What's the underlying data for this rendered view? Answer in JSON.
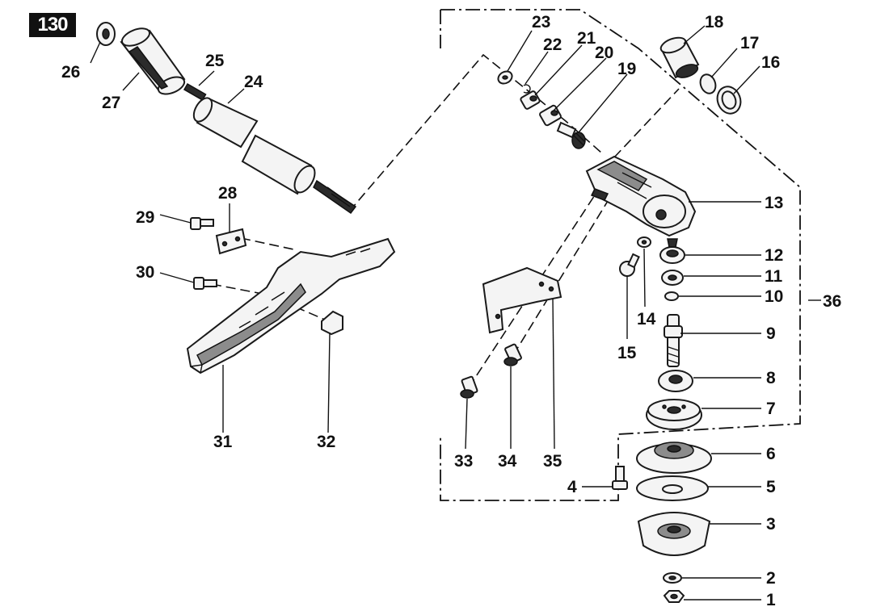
{
  "page_number": "130",
  "callouts": {
    "c1": "1",
    "c2": "2",
    "c3": "3",
    "c4": "4",
    "c5": "5",
    "c6": "6",
    "c7": "7",
    "c8": "8",
    "c9": "9",
    "c10": "10",
    "c11": "11",
    "c12": "12",
    "c13": "13",
    "c14": "14",
    "c15": "15",
    "c16": "16",
    "c17": "17",
    "c18": "18",
    "c19": "19",
    "c20": "20",
    "c21": "21",
    "c22": "22",
    "c23": "23",
    "c24": "24",
    "c25": "25",
    "c26": "26",
    "c27": "27",
    "c28": "28",
    "c29": "29",
    "c30": "30",
    "c31": "31",
    "c32": "32",
    "c33": "33",
    "c34": "34",
    "c35": "35",
    "c36": "36"
  }
}
